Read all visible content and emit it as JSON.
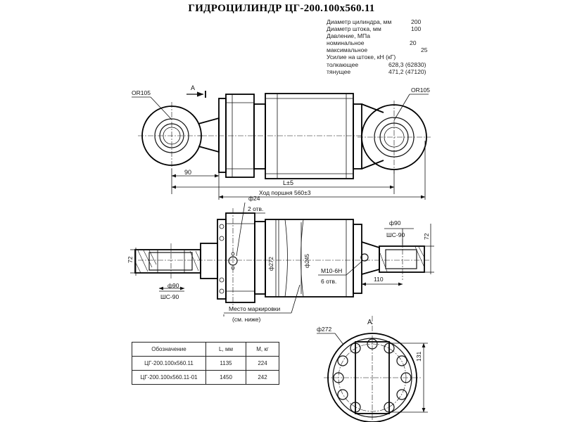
{
  "title": "ГИДРОЦИЛИНДР ЦГ-200.100х560.11",
  "specs": [
    {
      "label": "Диаметр цилиндра, мм",
      "value": "200",
      "value_x": 120
    },
    {
      "label": "Диаметр штока, мм",
      "value": "100",
      "value_x": 120
    },
    {
      "label": "Давление, МПа",
      "value": "",
      "value_x": 0
    },
    {
      "label": "номинальное",
      "value": "20",
      "value_x": 118
    },
    {
      "label": "максимальное",
      "value": "25",
      "value_x": 134
    },
    {
      "label": "Усилие на штоке, кН (кГ)",
      "value": "",
      "value_x": 0
    },
    {
      "label": "толкающее",
      "value": "628,3 (62830)",
      "value_x": 88
    },
    {
      "label": "тянущее",
      "value": "471,2 (47120)",
      "value_x": 88
    }
  ],
  "annotations": {
    "or105_left": "OR105",
    "or105_right": "OR105",
    "view_a_arrow": "A",
    "dim_90": "90",
    "dim_l5": "L±5",
    "stroke": "Ход поршня 560±3",
    "dia_24": "ф24",
    "holes_2": "2 отв.",
    "dia_272_side": "ф272",
    "dia_245": "ф245",
    "dia_90_right": "ф90",
    "shs_90_right": "ШС-90",
    "dim_72_right": "72",
    "dim_72_left": "72",
    "thread_m10": "М10-6Н",
    "holes_6": "6 отв.",
    "dim_110": "110",
    "dia_90_left": "ф90",
    "shs_90_left": "ШС-90",
    "marking_place": "Место маркировки",
    "marking_note": "(см. ниже)",
    "view_a_label": "А",
    "dia_272_view": "ф272",
    "dim_131": "131"
  },
  "table": {
    "headers": [
      "Обозначение",
      "L, мм",
      "М, кг"
    ],
    "rows": [
      [
        "ЦГ-200.100х560.11",
        "1135",
        "224"
      ],
      [
        "ЦГ-200.100х560.11-01",
        "1450",
        "242"
      ]
    ]
  }
}
